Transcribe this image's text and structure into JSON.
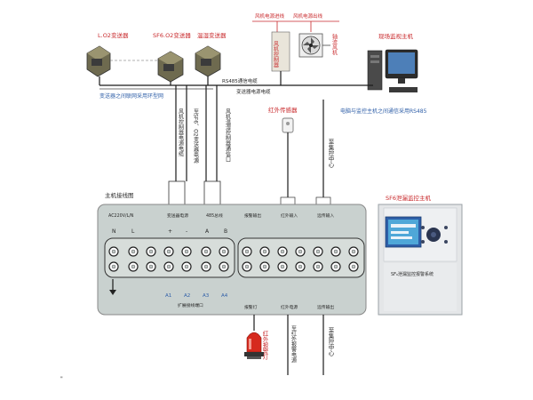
{
  "sensors": {
    "o2_label": "L.O2变送器",
    "sf6_label": "SF6.O2变送器",
    "th_label": "温湿变送器",
    "ring_label": "变送器之间联网采用环型网"
  },
  "fan": {
    "power_in_label": "风机电源进线",
    "power_out_label": "风机电源出线",
    "control_box_label": "风机控制器",
    "axial_fan_label": "轴流风机"
  },
  "bus": {
    "rs485_label": "RS485通信电缆",
    "power_cable_label": "变送器电源电缆"
  },
  "pc": {
    "title": "现场监视主机",
    "comm_label": "电脑与监控主机之间通信采用RS485"
  },
  "vertical_labels": {
    "fan_control_wire": "风机控制器电源电缆",
    "sf6_comm_port": "至SF6、O2变送器电源",
    "fan_comm_port": "风机温湿控制器通信口"
  },
  "ir_sensor": {
    "label": "红外传感器"
  },
  "control_center_top": "至集控中心",
  "main_panel": {
    "title": "主机接线图",
    "section_labels": [
      "AC220V/L/N",
      "变送器电源",
      "485总线",
      "报警输出",
      "红外输入",
      "远传输入"
    ],
    "terminal_letters": [
      "N",
      "L",
      "+",
      "-",
      "A",
      "B"
    ],
    "bottom_letters": [
      "A1",
      "A2",
      "A3",
      "A4"
    ],
    "bottom_group_label": "扩展接线端口",
    "right_bottom_labels": [
      "报警灯",
      "红外电源",
      "远传输出"
    ]
  },
  "alarm_light": {
    "label": "红外报警灯"
  },
  "ir_power_label": "至红外报警电源",
  "control_center_bottom": "至集控中心",
  "monitor": {
    "title": "SF6泄漏监控主机",
    "caption": "SF₆泄漏监控报警系统"
  },
  "footnote": "\""
}
